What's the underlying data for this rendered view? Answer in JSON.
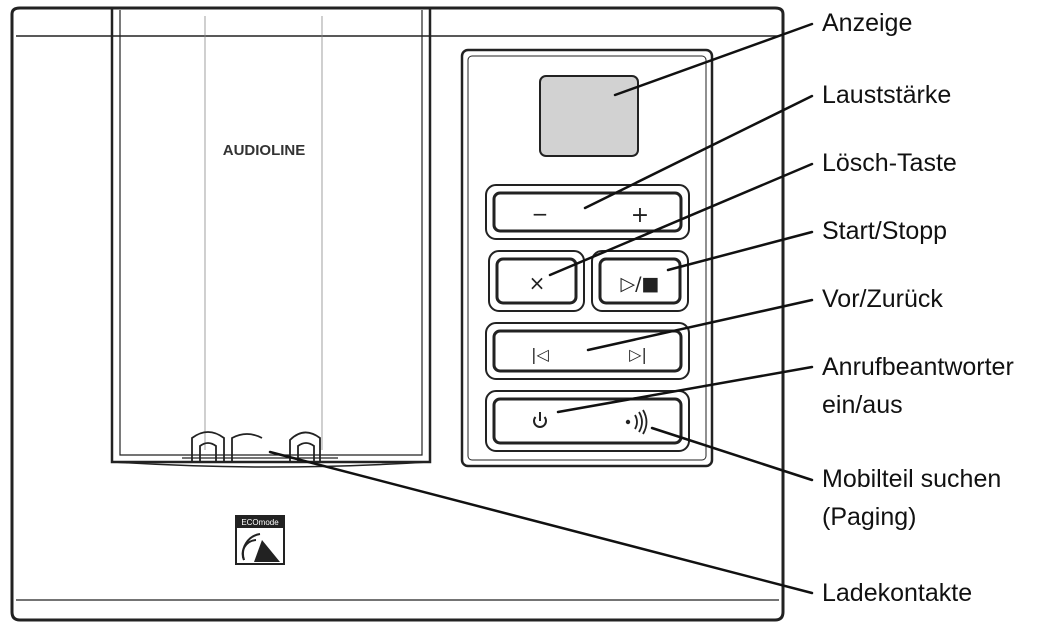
{
  "device": {
    "brand": "AUDIOLINE",
    "eco_badge": "ECOmode",
    "buttons": {
      "volume_minus": "−",
      "volume_plus": "+",
      "delete": "×",
      "play_stop": "▷/■",
      "skip_back": "|◁",
      "skip_forward": "▷|",
      "power": "power-icon",
      "paging": "paging-icon"
    }
  },
  "callouts": {
    "anzeige": "Anzeige",
    "lautstaerke": "Lauststärke",
    "loesch_taste": "Lösch-Taste",
    "start_stopp": "Start/Stopp",
    "vor_zurueck": "Vor/Zurück",
    "anrufbeantworter_1": "Anrufbeantworter",
    "anrufbeantworter_2": "ein/aus",
    "mobilteil_1": "Mobilteil suchen",
    "mobilteil_2": "(Paging)",
    "ladekontakte": "Ladekontakte"
  },
  "colors": {
    "outline": "#222222",
    "display": "#d2d2d2",
    "background": "#ffffff"
  }
}
